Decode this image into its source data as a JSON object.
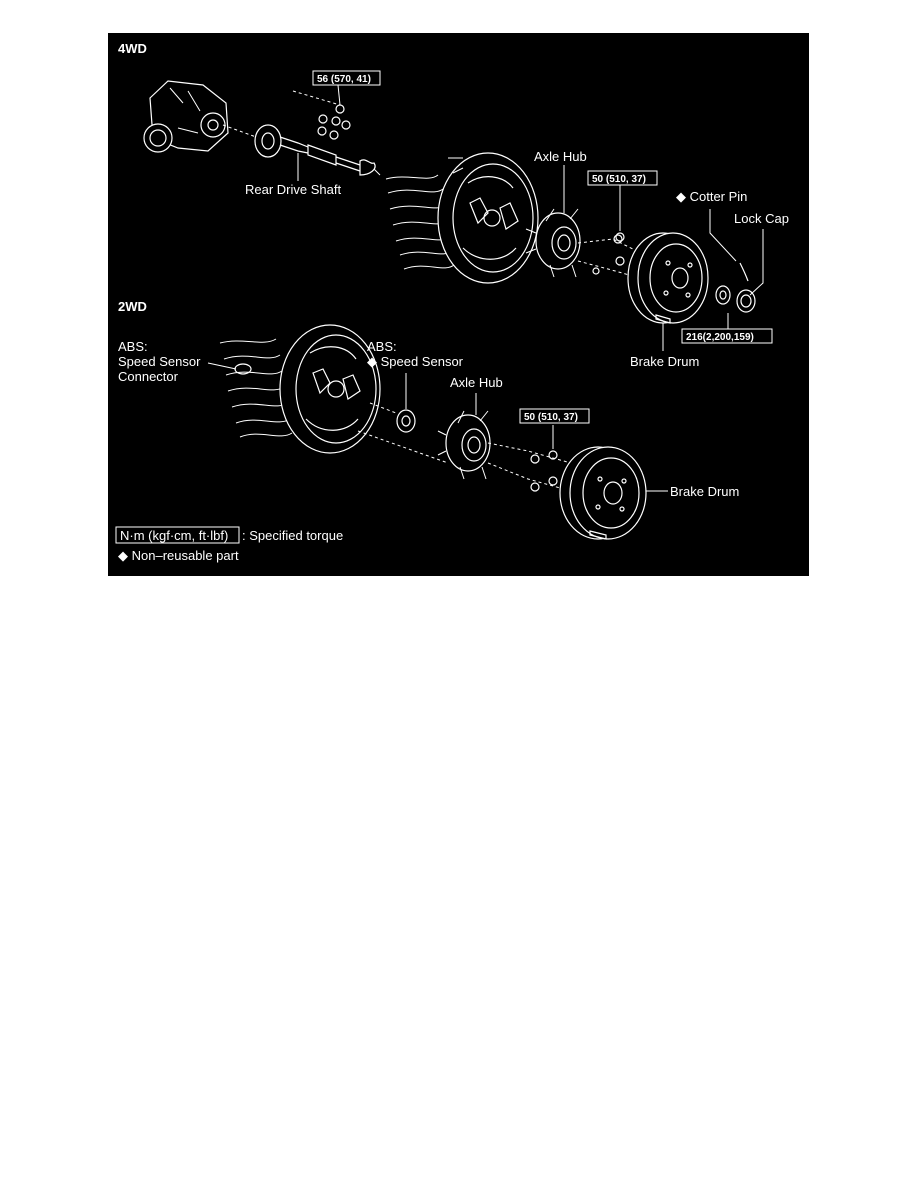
{
  "sections": {
    "four_wd": "4WD",
    "two_wd": "2WD"
  },
  "torque": {
    "t56": "56 (570, 41)",
    "t50_4wd": "50 (510, 37)",
    "t216": "216(2,200,159)",
    "t50_2wd": "50 (510, 37)"
  },
  "labels": {
    "rear_drive_shaft": "Rear Drive Shaft",
    "axle_hub_4wd": "Axle Hub",
    "cotter_pin": "◆ Cotter Pin",
    "lock_cap": "Lock Cap",
    "brake_drum_4wd": "Brake Drum",
    "abs_connector_1": "ABS:",
    "abs_connector_2": "Speed Sensor",
    "abs_connector_3": "Connector",
    "abs_sensor_1": "ABS:",
    "abs_sensor_2": "◆ Speed Sensor",
    "axle_hub_2wd": "Axle Hub",
    "brake_drum_2wd": "Brake Drum"
  },
  "legend": {
    "torque_box": "N·m (kgf·cm, ft·lbf)",
    "torque_desc": ": Specified torque",
    "nonreusable": "◆ Non–reusable part"
  },
  "colors": {
    "background": "#000000",
    "line": "#ffffff",
    "page": "#ffffff"
  }
}
